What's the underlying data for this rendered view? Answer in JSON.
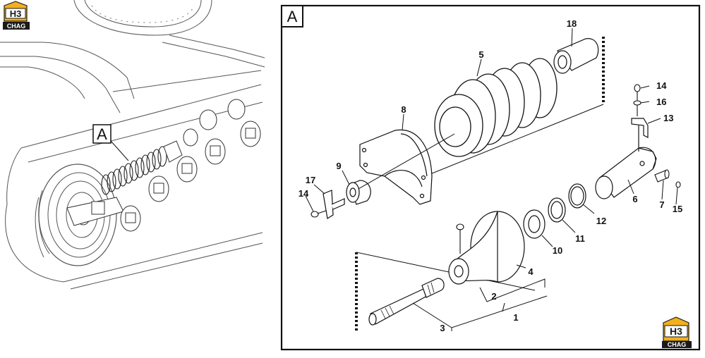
{
  "logos": {
    "brand_top": "H3",
    "brand_sub_top": "CHAG",
    "brand_bottom": "H3",
    "brand_sub_bottom": "CHAG",
    "accent": "#f2b01e",
    "dark": "#1a1a1a"
  },
  "overview": {
    "detail_label": "A"
  },
  "detail": {
    "frame_label": "A",
    "callouts": {
      "c1": "1",
      "c2": "2",
      "c3": "3",
      "c4": "4",
      "c5": "5",
      "c6": "6",
      "c7": "7",
      "c8": "8",
      "c9": "9",
      "c10": "10",
      "c11": "11",
      "c12": "12",
      "c13": "13",
      "c14a": "14",
      "c14b": "14",
      "c15": "15",
      "c16": "16",
      "c17": "17",
      "c18": "18"
    }
  }
}
